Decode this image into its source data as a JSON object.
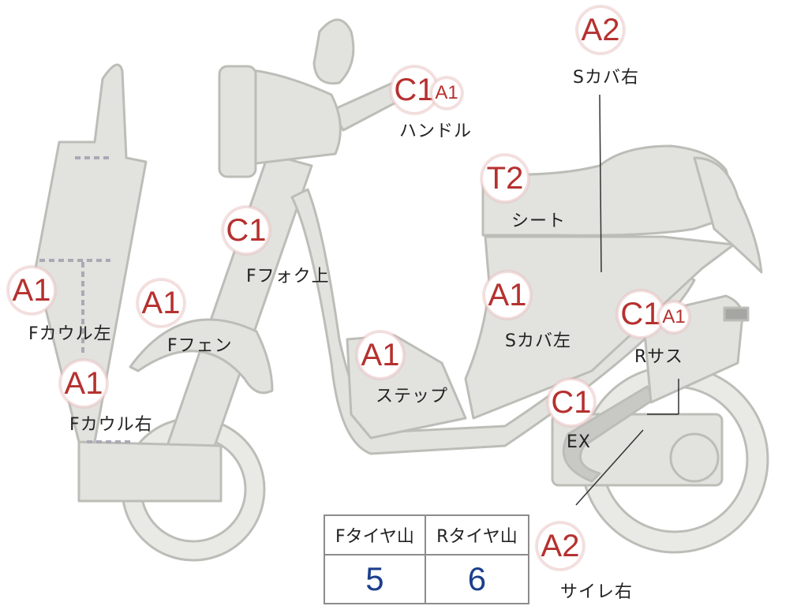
{
  "parts": {
    "handle": {
      "label": "ハンドル",
      "grade": "C1",
      "grade2": "A1"
    },
    "s_cover_r": {
      "label": "Sカバ右",
      "grade": "A2"
    },
    "seat": {
      "label": "シート",
      "grade": "T2"
    },
    "f_fork_up": {
      "label": "Fフォク上",
      "grade": "C1"
    },
    "f_cowl_l": {
      "label": "Fカウル左",
      "grade": "A1"
    },
    "f_fender": {
      "label": "Fフェン",
      "grade": "A1"
    },
    "f_cowl_r": {
      "label": "Fカウル右",
      "grade": "A1"
    },
    "s_cover_l": {
      "label": "Sカバ左",
      "grade": "A1"
    },
    "step": {
      "label": "ステップ",
      "grade": "A1"
    },
    "r_sus": {
      "label": "Rサス",
      "grade": "C1",
      "grade2": "A1"
    },
    "ex": {
      "label": "EX",
      "grade": "C1"
    },
    "silencer_r": {
      "label": "サイレ右",
      "grade": "A2"
    }
  },
  "tires": {
    "front": {
      "header": "Fタイヤ山",
      "value": "5"
    },
    "rear": {
      "header": "Rタイヤ山",
      "value": "6"
    }
  },
  "colors": {
    "body": "#e2e2de",
    "outline": "#bdbdb8",
    "grade": "#b5312f",
    "tire_value": "#1b3f8c"
  }
}
